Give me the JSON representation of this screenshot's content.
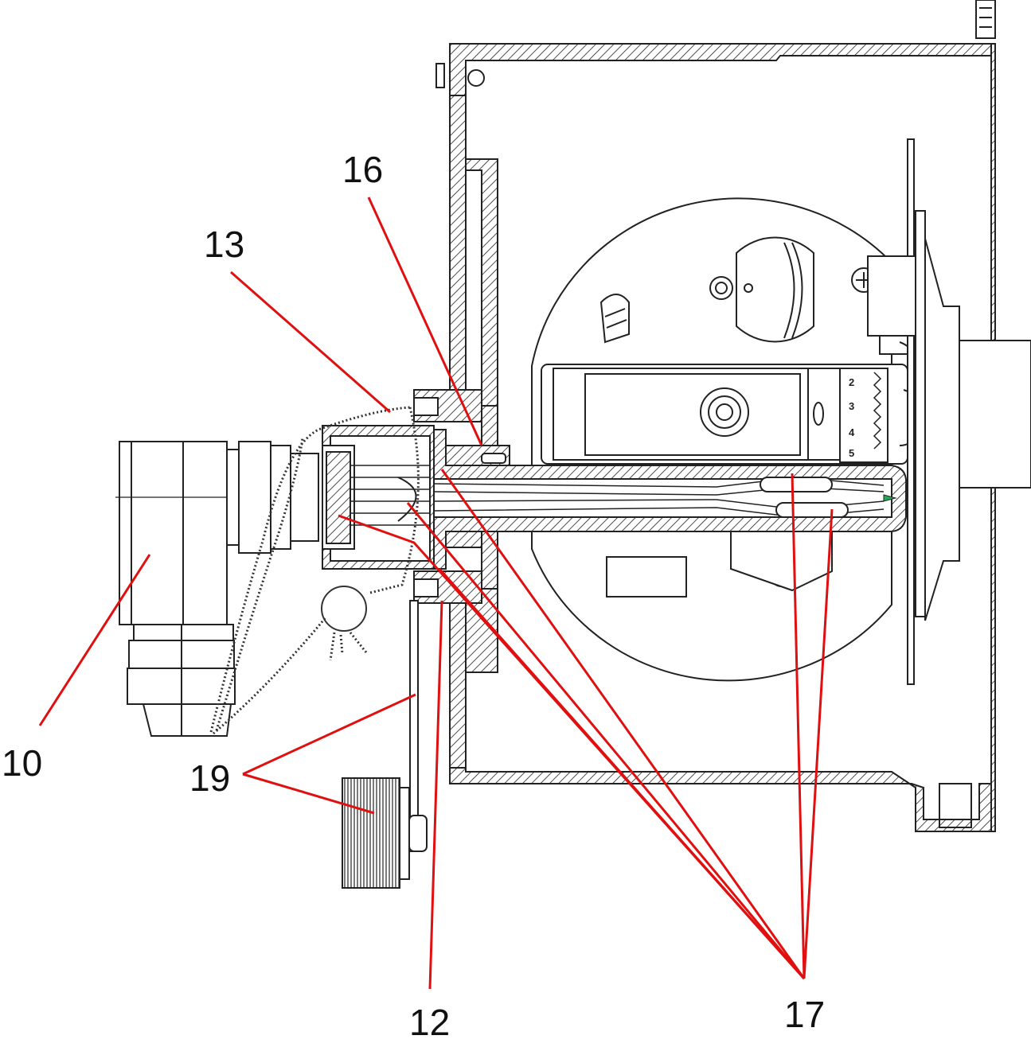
{
  "figure": {
    "type": "technical cross-section drawing",
    "line_color": "#222222",
    "leader_color": "#e01010"
  },
  "callouts": [
    {
      "id": "c16",
      "text": "16"
    },
    {
      "id": "c13",
      "text": "13"
    },
    {
      "id": "c10",
      "text": "10"
    },
    {
      "id": "c19",
      "text": "19"
    },
    {
      "id": "c12",
      "text": "12"
    },
    {
      "id": "c17",
      "text": "17"
    }
  ],
  "dial": {
    "numbers": [
      "2",
      "3",
      "4",
      "5"
    ]
  }
}
